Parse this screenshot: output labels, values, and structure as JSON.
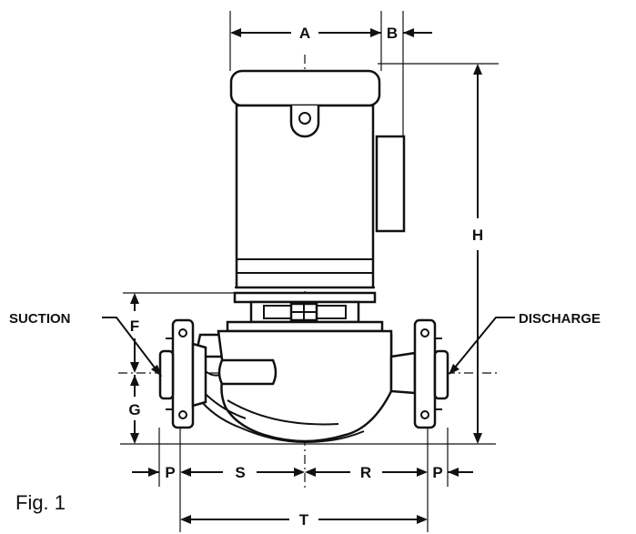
{
  "figure": {
    "caption": "Fig. 1",
    "callouts": {
      "suction": "SUCTION",
      "discharge": "DISCHARGE"
    },
    "dimensions": {
      "a": "A",
      "b": "B",
      "h": "H",
      "f": "F",
      "g": "G",
      "p_left": "P",
      "s": "S",
      "r": "R",
      "p_right": "P",
      "t": "T"
    }
  }
}
